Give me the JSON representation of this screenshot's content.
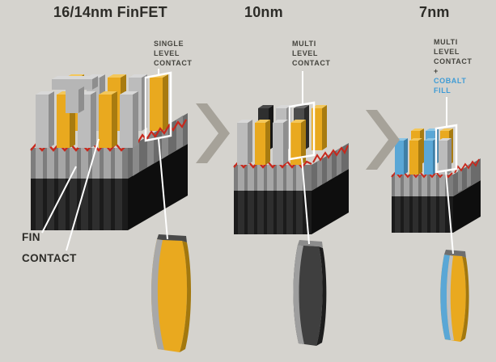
{
  "sections": {
    "finfet": {
      "title": "16/14nm FinFET",
      "contact_label": {
        "line1": "SINGLE",
        "line2": "LEVEL",
        "line3": "CONTACT"
      },
      "fin_label": "FIN",
      "contact_callout": "CONTACT"
    },
    "nm10": {
      "title": "10nm",
      "contact_label": {
        "line1": "MULTI",
        "line2": "LEVEL",
        "line3": "CONTACT"
      }
    },
    "nm7": {
      "title": "7nm",
      "contact_label": {
        "line1": "MULTI",
        "line2": "LEVEL",
        "line3": "CONTACT",
        "plus": "+",
        "line4": "COBALT",
        "line5": "FILL"
      }
    }
  },
  "icons": {
    "transition_arrow": "chevron-right-icon"
  },
  "colors": {
    "background": "#d5d3ce",
    "title_text": "#2d2c28",
    "label_text": "#45443e",
    "cobalt_text": "#3e9bd5",
    "gold_contact": "#e9a91f",
    "cobalt_fill": "#5aa7d6",
    "gate_oxide_red": "#c8281c",
    "silicon_gray": "#7d7d7d",
    "substrate_black": "#1b1b1b",
    "arrow_gray": "#a6a299",
    "annotation_white": "#ffffff"
  }
}
